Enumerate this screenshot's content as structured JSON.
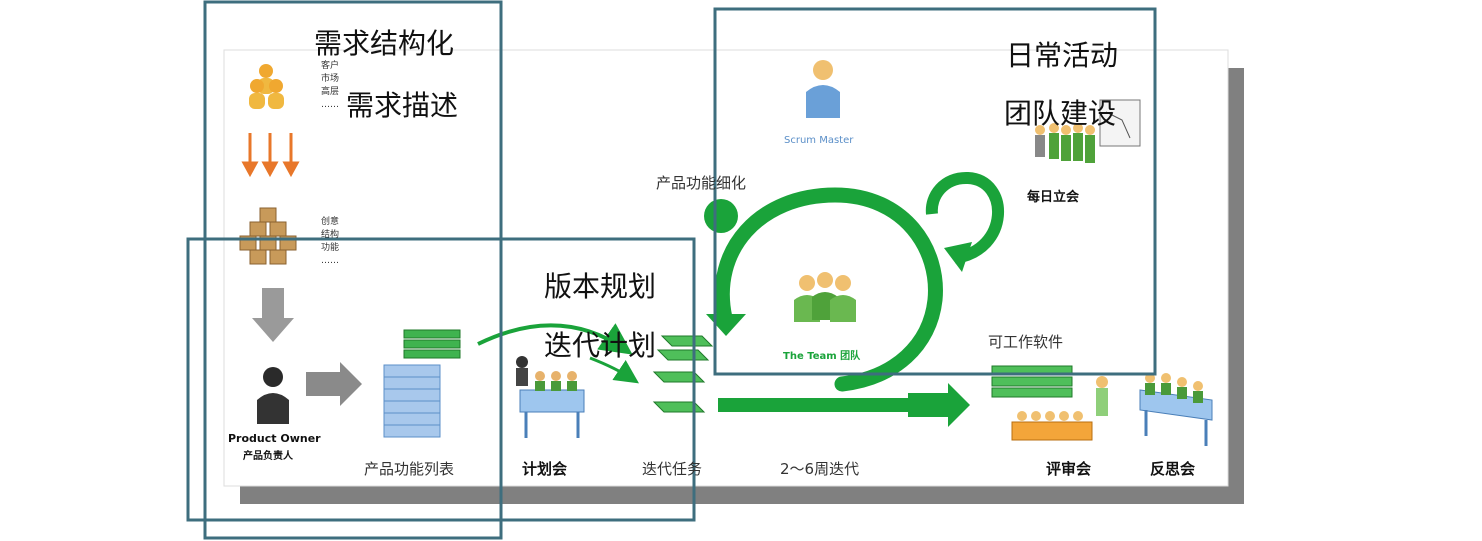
{
  "overlays": {
    "requirements": {
      "line1": "需求结构化",
      "line2": "需求描述"
    },
    "daily": {
      "line1": "日常活动",
      "line2": "团队建设"
    },
    "release": {
      "line1": "版本规划",
      "line2": "迭代计划"
    }
  },
  "sources": {
    "items": [
      "客户",
      "市场",
      "高层",
      "……"
    ]
  },
  "features": {
    "items": [
      "创意",
      "结构",
      "功能",
      "……"
    ]
  },
  "labels": {
    "product_owner_en": "Product Owner",
    "product_owner_cn": "产品负责人",
    "product_backlog": "产品功能列表",
    "planning_meeting": "计划会",
    "sprint_backlog": "迭代任务",
    "iteration": "2～6周迭代",
    "refinement": "产品功能细化",
    "scrum_master": "Scrum Master",
    "team": "The Team 团队",
    "daily_standup": "每日立会",
    "working_software": "可工作软件",
    "review": "评审会",
    "retrospective": "反思会"
  },
  "colors": {
    "green": "#1aa33a",
    "box_stroke": "#3e6e7e",
    "orange": "#e8772a",
    "gray_shadow": "#808080"
  }
}
